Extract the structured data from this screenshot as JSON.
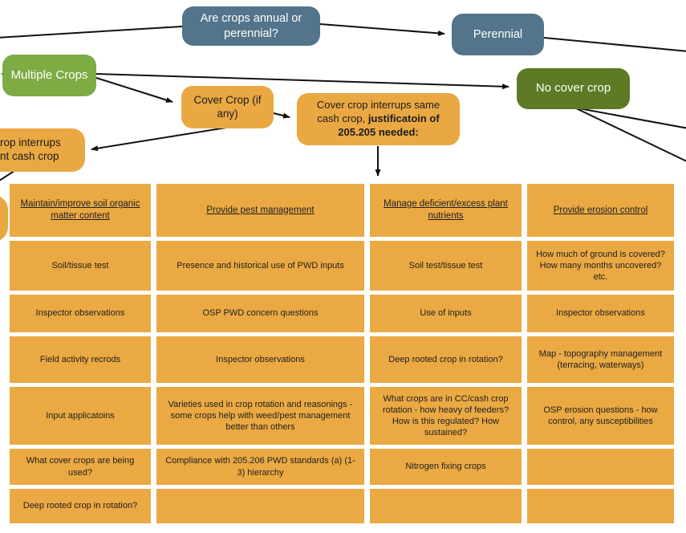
{
  "colors": {
    "node_blue": "#53748a",
    "node_green": "#7dab44",
    "node_dark_green": "#5c7b24",
    "node_orange": "#eaa843",
    "cell_orange": "#eaa943",
    "text_dark": "#1f1f1f",
    "arrow_black": "#111111"
  },
  "flowchart": {
    "annual_perennial": "Are crops annual or perennial?",
    "perennial": "Perennial",
    "multiple_crops": "Multiple Crops",
    "cover_crop": "Cover Crop (if any)",
    "justification_normal": "Cover crop interrups same cash crop, ",
    "justification_bold": "justificatoin of 205.205 needed:",
    "no_cover_crop": "No cover crop",
    "clipped_node_line1": "rop interrups",
    "clipped_node_line2": "nt cash crop"
  },
  "table": {
    "headers": [
      "Maintain/improve soil organic matter content",
      "Provide pest management",
      "Manage deficient/excess plant nutrients",
      "Provide erosion control"
    ],
    "rows": [
      [
        "Soil/tissue test",
        "Presence and historical use of PWD inputs",
        "Soil test/tissue test",
        "How much of ground is covered? How many months uncovered? etc."
      ],
      [
        "Inspector observations",
        "OSP PWD concern questions",
        "Use of inputs",
        "Inspector observations"
      ],
      [
        "Field activity recrods",
        "Inspector observations",
        "Deep rooted crop in rotation?",
        "Map - topography management (terracing, waterways)"
      ],
      [
        "Input applicatoins",
        "Varieties used in crop rotation and reasonings - some crops help with weed/pest management better than others",
        "What crops are in CC/cash crop rotation - how heavy of feeders? How is this regulated? How sustained?",
        "OSP erosion questions - how control, any susceptibilities"
      ],
      [
        "What cover crops are being used?",
        "Compliance with 205.206 PWD standards (a) (1-3) hierarchy",
        "Nitrogen fixing crops",
        ""
      ],
      [
        "Deep rooted crop in rotation?",
        "",
        "",
        ""
      ]
    ]
  }
}
